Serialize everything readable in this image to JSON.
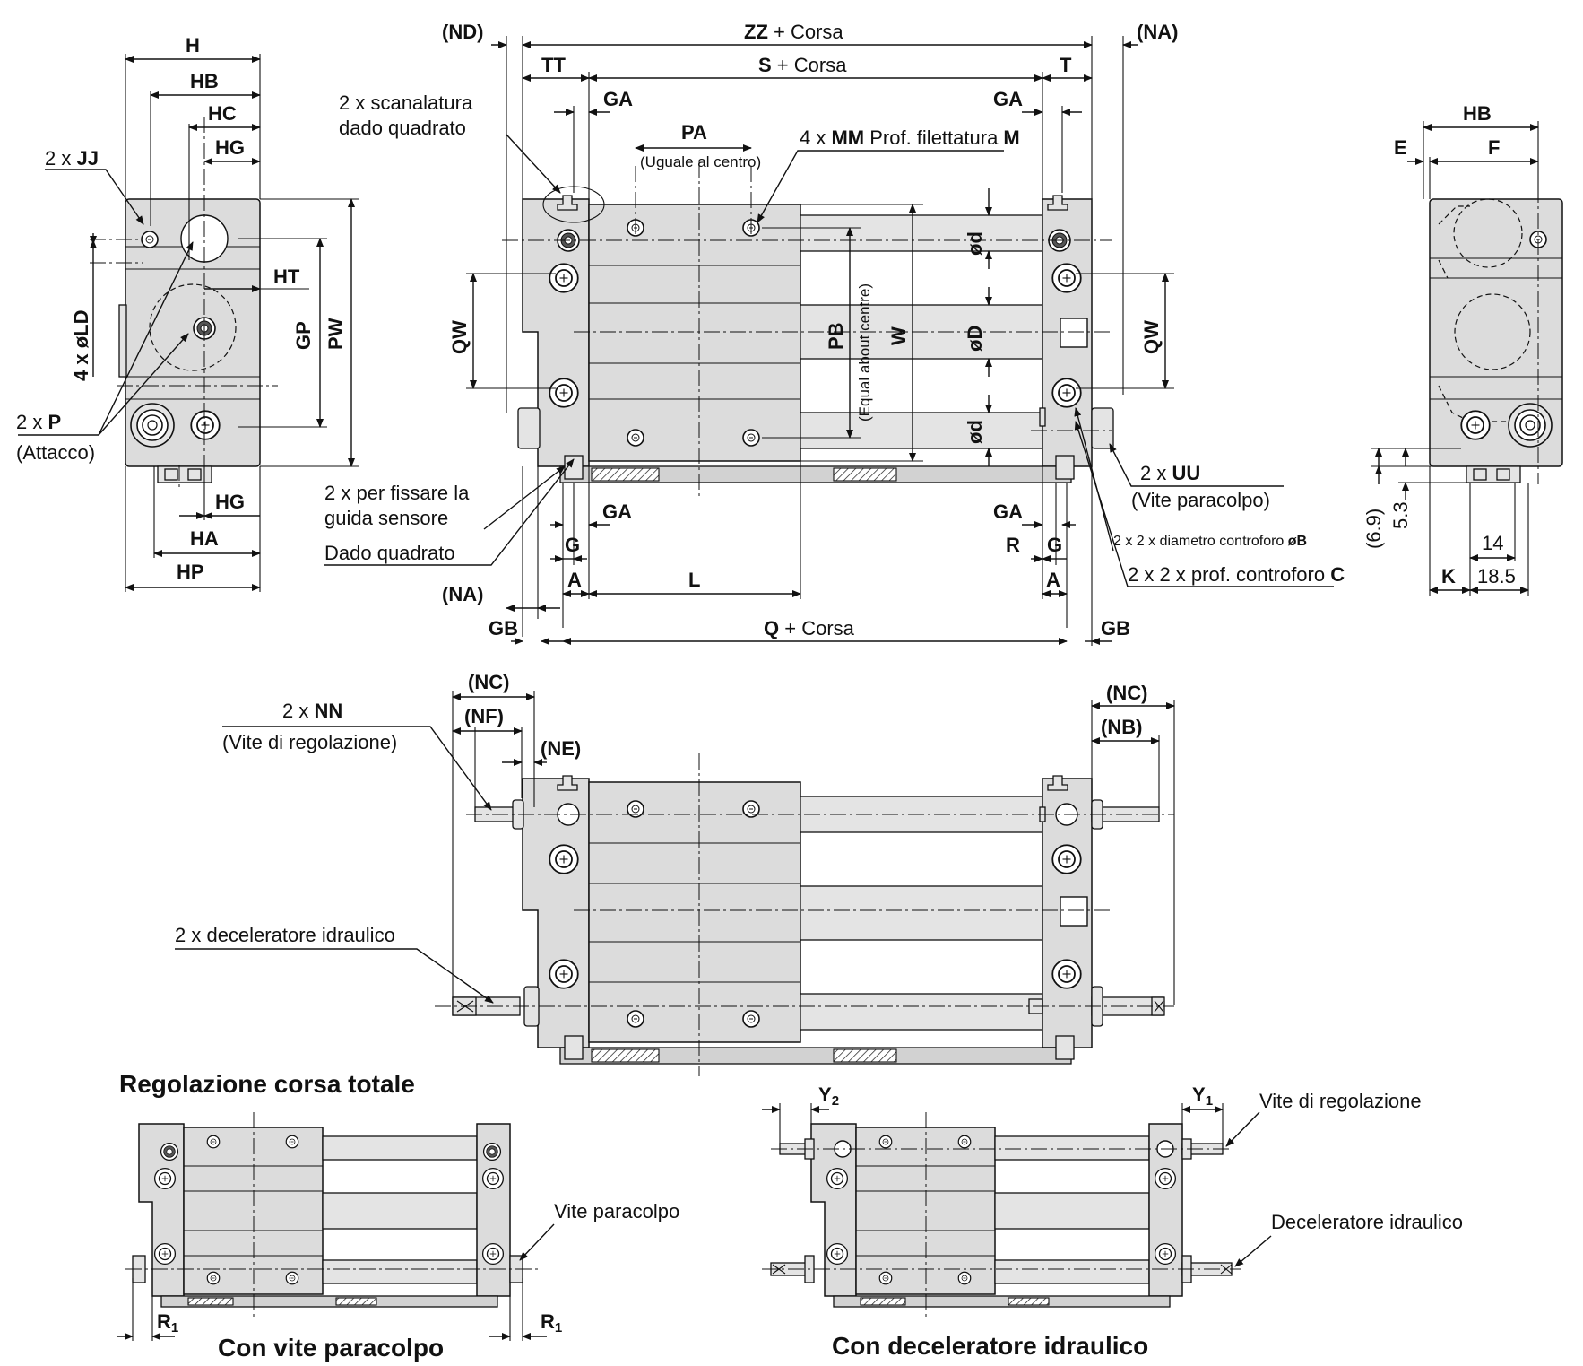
{
  "front": {
    "dims": {
      "ND": "(ND)",
      "ZZ": "ZZ",
      "ZZ_suffix": " + Corsa",
      "NA_top": "(NA)",
      "TT": "TT",
      "S": "S",
      "S_suffix": " + Corsa",
      "T": "T",
      "GA": "GA",
      "PA": "PA",
      "PA_note": "(Uguale al centro)",
      "MM_prefix": "4 x ",
      "MM": "MM",
      "MM_mid": " Prof. filettatura ",
      "M": "M",
      "QW": "QW",
      "PB": "PB",
      "PB_note": "(Equal about centre)",
      "W": "W",
      "d": "ød",
      "D": "øD",
      "G": "G",
      "A": "A",
      "L": "L",
      "R": "R",
      "NA_bottom": "(NA)",
      "GB": "GB",
      "Q": "Q",
      "Q_suffix": " + Corsa"
    },
    "callouts": {
      "groove_1": "2 x scanalatura",
      "groove_2": "dado quadrato",
      "sensor_1": "2 x per fissare la",
      "sensor_2": "guida sensore",
      "square_nut": "Dado quadrato",
      "uu_prefix": "2 x ",
      "uu": "UU",
      "uu_note": "(Vite paracolpo)",
      "cb_diam_prefix": "2 x 2 x diametro controforo ",
      "cb_diam": "øB",
      "cb_depth_prefix": "2 x 2 x prof. controforo ",
      "cb_depth": "C"
    }
  },
  "left_view": {
    "dims": {
      "H": "H",
      "HB": "HB",
      "HC": "HC",
      "HG": "HG",
      "HT": "HT",
      "GP": "GP",
      "PW": "PW",
      "LD": "4 x øLD",
      "HA": "HA",
      "HP": "HP"
    },
    "callouts": {
      "jj_prefix": "2 x ",
      "jj": "JJ",
      "p_prefix": "2 x ",
      "p": "P",
      "p_note": "(Attacco)"
    }
  },
  "right_view": {
    "dims": {
      "HB": "HB",
      "E": "E",
      "F": "F",
      "d69": "(6.9)",
      "d53": "5.3",
      "d14": "14",
      "K": "K",
      "d185": "18.5"
    }
  },
  "middle": {
    "dims": {
      "NC": "(NC)",
      "NF": "(NF)",
      "NE": "(NE)",
      "NB": "(NB)"
    },
    "callouts": {
      "nn_prefix": "2 x ",
      "nn": "NN",
      "nn_note": "(Vite di regolazione)",
      "decel": "2 x deceleratore idraulico"
    }
  },
  "bottom_left": {
    "heading": "Regolazione corsa totale",
    "title": "Con vite paracolpo",
    "callout": "Vite paracolpo",
    "R1": "R1"
  },
  "bottom_right": {
    "title": "Con deceleratore idraulico",
    "callout_screw": "Vite di regolazione",
    "callout_decel": "Deceleratore idraulico",
    "Y1": "Y1",
    "Y2": "Y2"
  }
}
